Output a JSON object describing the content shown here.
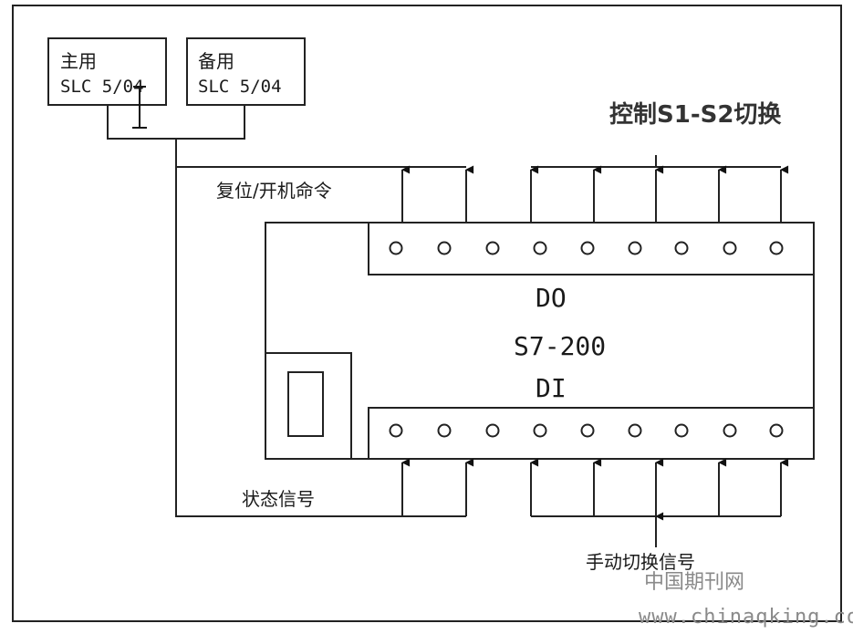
{
  "main_plc": {
    "label": "主用",
    "model": "SLC 5/04"
  },
  "backup_plc": {
    "label": "备用",
    "model": "SLC 5/04"
  },
  "title": "控制S1-S2切换",
  "reset_label": "复位/开机命令",
  "status_label": "状态信号",
  "manual_label": "手动切换信号",
  "do_label": "DO",
  "plc_name": "S7-200",
  "di_label": "DI",
  "watermark": {
    "cn": "中国期刊网",
    "url": "www.chinaqking.com"
  }
}
